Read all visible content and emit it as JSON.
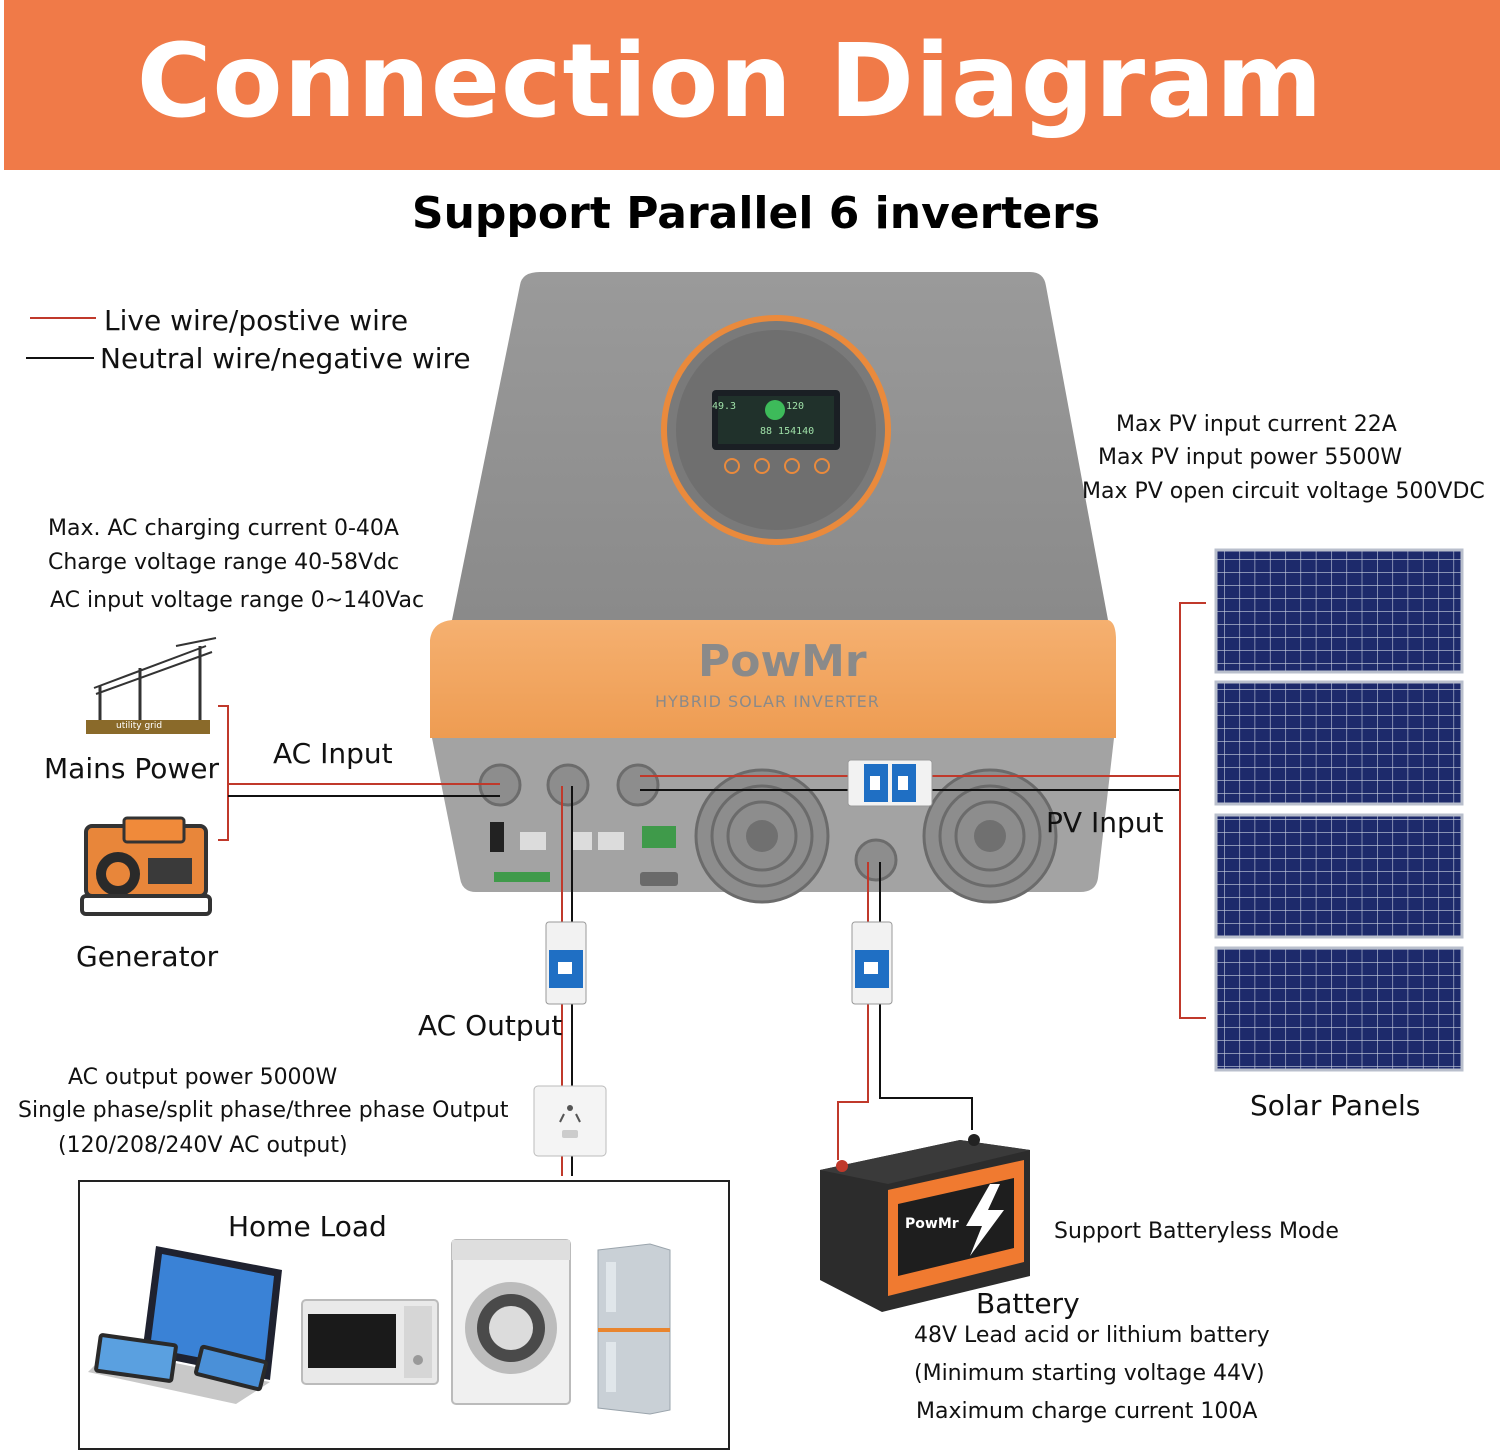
{
  "header": {
    "title": "Connection Diagram",
    "subtitle": "Support Parallel 6 inverters"
  },
  "legend": {
    "live": "Live wire/postive wire",
    "neutral": "Neutral wire/negative wire",
    "live_color": "#c0392b",
    "neutral_color": "#111111"
  },
  "pv_specs": [
    "Max PV input current  22A",
    "Max PV input power  5500W",
    "Max PV open circuit voltage 500VDC"
  ],
  "ac_specs": [
    "Max. AC charging current 0-40A",
    "Charge voltage range 40-58Vdc",
    "AC input voltage range 0~140Vac"
  ],
  "inverter": {
    "brand": "PowMr",
    "model": "HYBRID  SOLAR  INVERTER",
    "lcd": [
      "49.3",
      "120",
      "88  154140"
    ],
    "body_color": "#8e8e8e",
    "front_color": "#f0a45c"
  },
  "labels": {
    "mains_power": "Mains Power",
    "utility_grid": "utility grid",
    "generator": "Generator",
    "ac_input": "AC Input",
    "pv_input": "PV Input",
    "ac_output": "AC Output",
    "solar_panels": "Solar Panels",
    "home_load": "Home Load",
    "battery": "Battery",
    "batteryless": "Support Batteryless Mode"
  },
  "ac_output_specs": [
    "AC output power 5000W",
    "Single phase/split phase/three phase Output",
    "(120/208/240V AC output)"
  ],
  "battery_specs": [
    "48V Lead acid or lithium battery",
    "(Minimum starting voltage 44V)",
    "Maximum charge current  100A"
  ],
  "battery_brand": "PowMr",
  "icons": [
    "utility-pole-icon",
    "generator-icon",
    "solar-panel-icon",
    "breaker-icon",
    "socket-icon",
    "laptop-icon",
    "microwave-icon",
    "washer-icon",
    "fridge-icon",
    "battery-icon"
  ]
}
